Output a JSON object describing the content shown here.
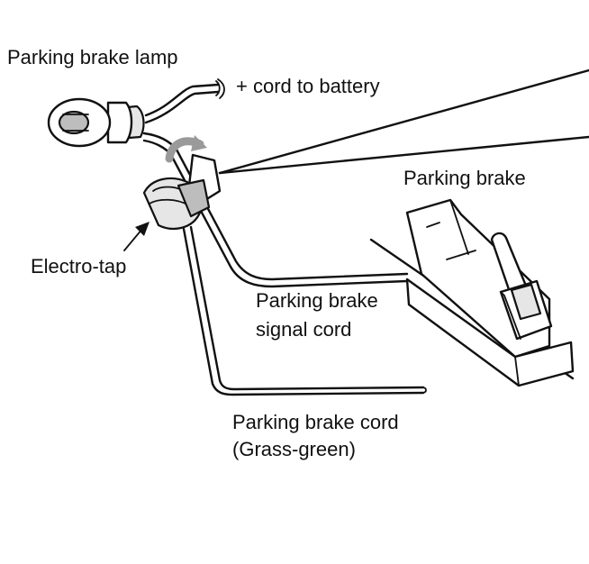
{
  "labels": {
    "parking_brake_lamp": "Parking brake lamp",
    "cord_to_battery": "+ cord to battery",
    "parking_brake": "Parking brake",
    "electro_tap": "Electro-tap",
    "signal_cord": "Parking brake\nsignal cord",
    "brake_cord": "Parking brake cord\n(Grass-green)"
  }
}
